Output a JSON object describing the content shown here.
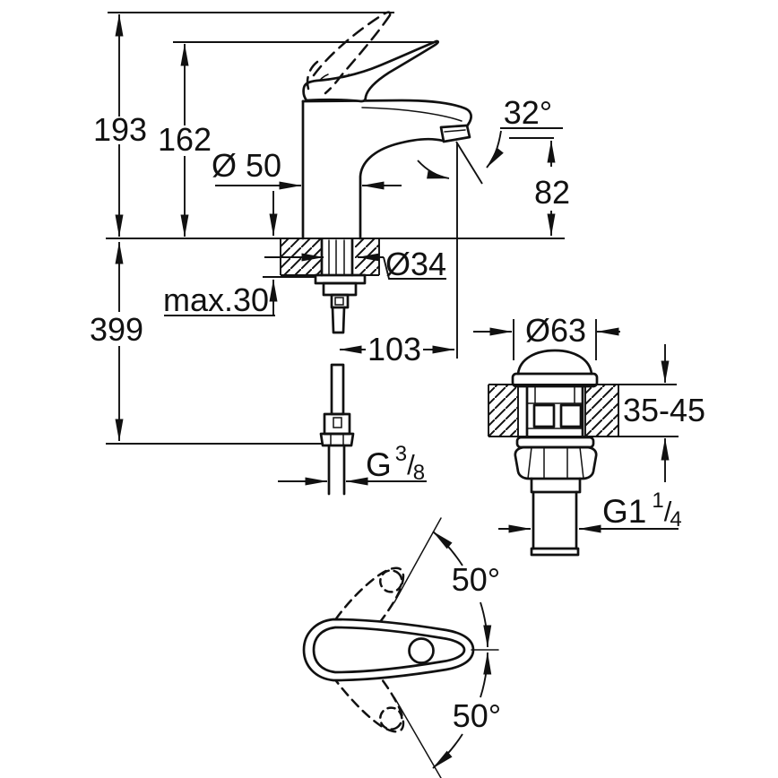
{
  "page": {
    "background": "#ffffff",
    "line_color": "#111111"
  },
  "dimensions": {
    "total_height": "193",
    "height_to_lever": "162",
    "base_diameter": "Ø 50",
    "spray_angle": "32°",
    "spout_outlet_height": "82",
    "mounting_hole_diameter": "Ø34",
    "max_counter_thickness": "max.30",
    "overall_install_height": "399",
    "spout_projection": "103",
    "waste_cap_diameter": "Ø63",
    "waste_counter_range": "35-45",
    "handle_swing_upper": "50°",
    "handle_swing_lower": "50°"
  },
  "threads": {
    "supply": {
      "prefix": "G",
      "numerator": "3",
      "slash": "/",
      "denominator": "8"
    },
    "waste": {
      "prefix": "G1",
      "numerator": "1",
      "slash": "/",
      "denominator": "4"
    }
  }
}
